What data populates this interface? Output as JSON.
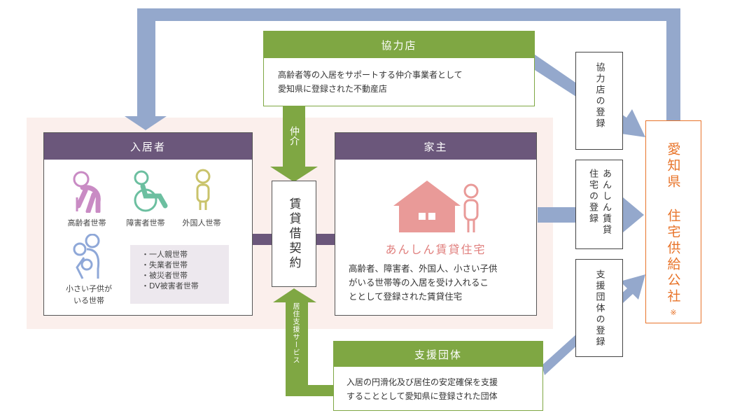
{
  "colors": {
    "purple": "#6b577b",
    "green": "#7fa743",
    "blue_arrow": "#94a8cc",
    "orange": "#e8742a",
    "pink": "#e99a98"
  },
  "tenant": {
    "title": "入居者",
    "types": [
      "高齢者世帯",
      "障害者世帯",
      "外国人世帯"
    ],
    "child_label": [
      "小さい子供が",
      "いる世帯"
    ],
    "list": [
      "一人親世帯",
      "失業者世帯",
      "被災者世帯",
      "DV被害者世帯"
    ],
    "icons": [
      "elderly-person-icon",
      "wheelchair-user-icon",
      "foreign-person-icon",
      "parent-with-child-icon"
    ]
  },
  "partner_store": {
    "title": "協力店",
    "desc_line1": "高齢者等の入居をサポートする仲介事業者として",
    "desc_line2": "愛知県に登録された不動産店"
  },
  "landlord": {
    "title": "家主",
    "brand": "あんしん賃貸住宅",
    "desc_line1": "高齢者、障害者、外国人、小さい子供",
    "desc_line2": "がいる世帯等の入居を受け入れるこ",
    "desc_line3": "ととして登録された賃貸住宅",
    "icons": [
      "house-icon",
      "owner-person-icon"
    ]
  },
  "contract": {
    "label": "賃貸借契約"
  },
  "mediation": {
    "label": "仲介"
  },
  "support_service": {
    "label": "居住支援サービス"
  },
  "support_group": {
    "title": "支援団体",
    "desc_line1": "入居の円滑化及び居住の安定確保を支援",
    "desc_line2": "することとして愛知県に登録された団体"
  },
  "registrations": {
    "store": "協力店の登録",
    "housing_line1": "あんしん賃貸",
    "housing_line2": "住宅の登録",
    "group": "支援団体の登録"
  },
  "corporation": {
    "name_line1": "愛知県",
    "name_line2": "住宅供給公社",
    "note": "※"
  }
}
